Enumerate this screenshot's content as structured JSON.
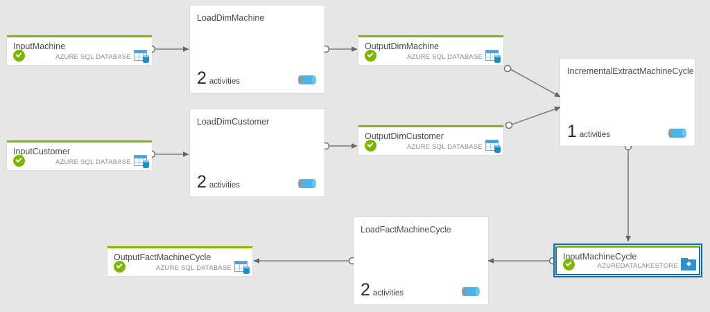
{
  "canvas": {
    "background_color": "#e6e6e6",
    "accent_green": "#7fba00",
    "selection_blue": "#0a6ebd",
    "pipe_blue": "#4ab6e8"
  },
  "labels": {
    "activities_word": "activities",
    "azure_sql_database": "AZURE SQL DATABASE",
    "azure_data_lake_store": "AZUREDATALAKESTORE"
  },
  "nodes": {
    "input_machine": {
      "title": "InputMachine",
      "type_label": "AZURE SQL DATABASE",
      "icon": "sql-database-icon",
      "status": "succeeded",
      "selected": false
    },
    "input_customer": {
      "title": "InputCustomer",
      "type_label": "AZURE SQL DATABASE",
      "icon": "sql-database-icon",
      "status": "succeeded",
      "selected": false
    },
    "load_dim_machine": {
      "title": "LoadDimMachine",
      "activity_count": "2",
      "activities_label": "activities",
      "icon": "pipeline-icon"
    },
    "load_dim_customer": {
      "title": "LoadDimCustomer",
      "activity_count": "2",
      "activities_label": "activities",
      "icon": "pipeline-icon"
    },
    "output_dim_machine": {
      "title": "OutputDimMachine",
      "type_label": "AZURE SQL DATABASE",
      "icon": "sql-database-icon",
      "status": "succeeded",
      "selected": false
    },
    "output_dim_customer": {
      "title": "OutputDimCustomer",
      "type_label": "AZURE SQL DATABASE",
      "icon": "sql-database-icon",
      "status": "succeeded",
      "selected": false
    },
    "incremental_extract_machine_cycle": {
      "title": "IncrementalExtractMachineCycle",
      "activity_count": "1",
      "activities_label": "activities",
      "icon": "pipeline-icon"
    },
    "input_machine_cycle": {
      "title": "InputMachineCycle",
      "type_label": "AZUREDATALAKESTORE",
      "icon": "data-lake-store-icon",
      "status": "succeeded",
      "selected": true
    },
    "load_fact_machine_cycle": {
      "title": "LoadFactMachineCycle",
      "activity_count": "2",
      "activities_label": "activities",
      "icon": "pipeline-icon"
    },
    "output_fact_machine_cycle": {
      "title": "OutputFactMachineCycle",
      "type_label": "AZURE SQL DATABASE",
      "icon": "sql-database-icon",
      "status": "succeeded",
      "selected": false
    }
  },
  "edges": [
    {
      "from": "input_machine",
      "to": "load_dim_machine"
    },
    {
      "from": "load_dim_machine",
      "to": "output_dim_machine"
    },
    {
      "from": "output_dim_machine",
      "to": "incremental_extract_machine_cycle"
    },
    {
      "from": "input_customer",
      "to": "load_dim_customer"
    },
    {
      "from": "load_dim_customer",
      "to": "output_dim_customer"
    },
    {
      "from": "output_dim_customer",
      "to": "incremental_extract_machine_cycle"
    },
    {
      "from": "incremental_extract_machine_cycle",
      "to": "input_machine_cycle"
    },
    {
      "from": "input_machine_cycle",
      "to": "load_fact_machine_cycle"
    },
    {
      "from": "load_fact_machine_cycle",
      "to": "output_fact_machine_cycle"
    }
  ]
}
